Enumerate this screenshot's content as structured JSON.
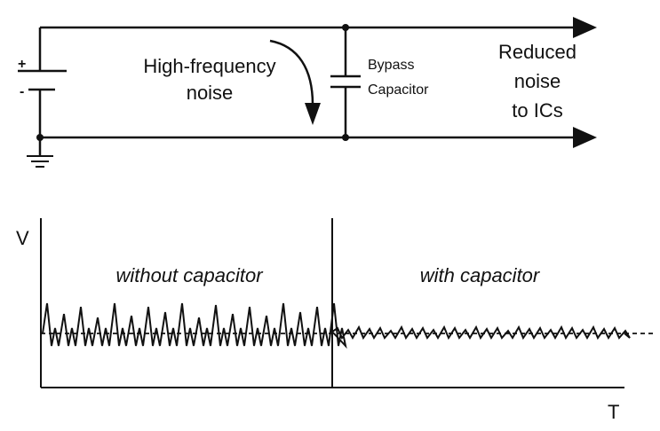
{
  "circuit": {
    "battery_plus": "+",
    "battery_minus": "-",
    "noise_label_line1": "High-frequency",
    "noise_label_line2": "noise",
    "capacitor_label_line1": "Bypass",
    "capacitor_label_line2": "Capacitor",
    "output_label_line1": "Reduced",
    "output_label_line2": "noise",
    "output_label_line3": "to ICs"
  },
  "graph": {
    "y_axis_label": "V",
    "x_axis_label": "T",
    "region_without": "without capacitor",
    "region_with": "with capacitor"
  }
}
